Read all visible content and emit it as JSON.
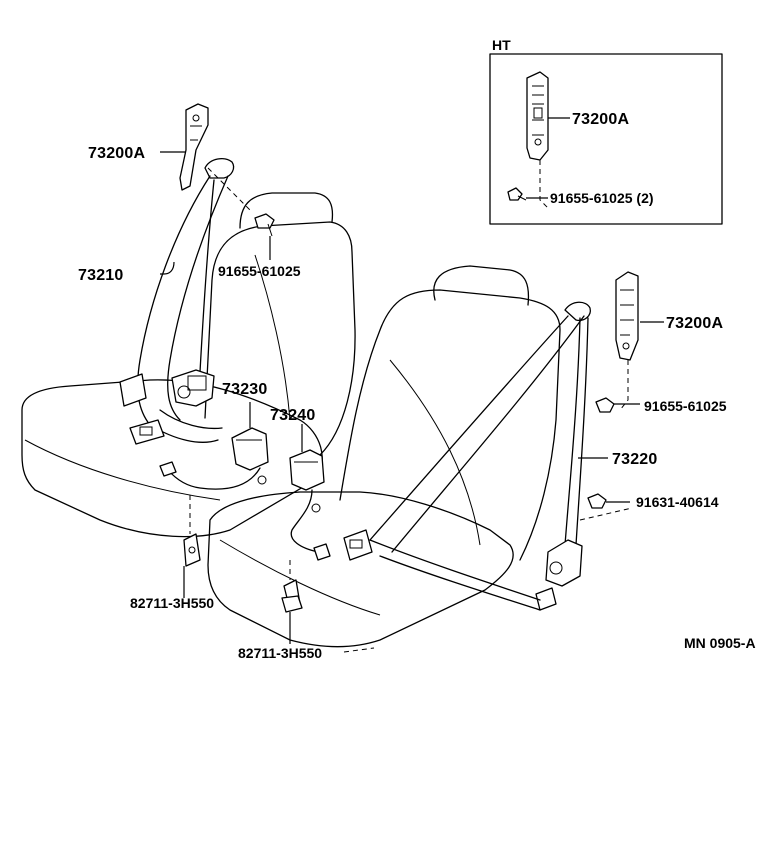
{
  "inset": {
    "title": "HT",
    "anchor_label": "73200A",
    "bolt_label": "91655-61025 (2)"
  },
  "labels": {
    "left_anchor": "73200A",
    "left_belt": "73210",
    "left_bolt": "91655-61025",
    "buckle_left": "73230",
    "buckle_right": "73240",
    "right_anchor": "73200A",
    "right_bolt": "91655-61025",
    "right_belt": "73220",
    "right_bolt2": "91631-40614",
    "bracket_left": "82711-3H550",
    "bracket_center": "82711-3H550"
  },
  "diagram_code": "MN 0905-A",
  "colors": {
    "ink": "#000000",
    "paper": "#ffffff"
  }
}
